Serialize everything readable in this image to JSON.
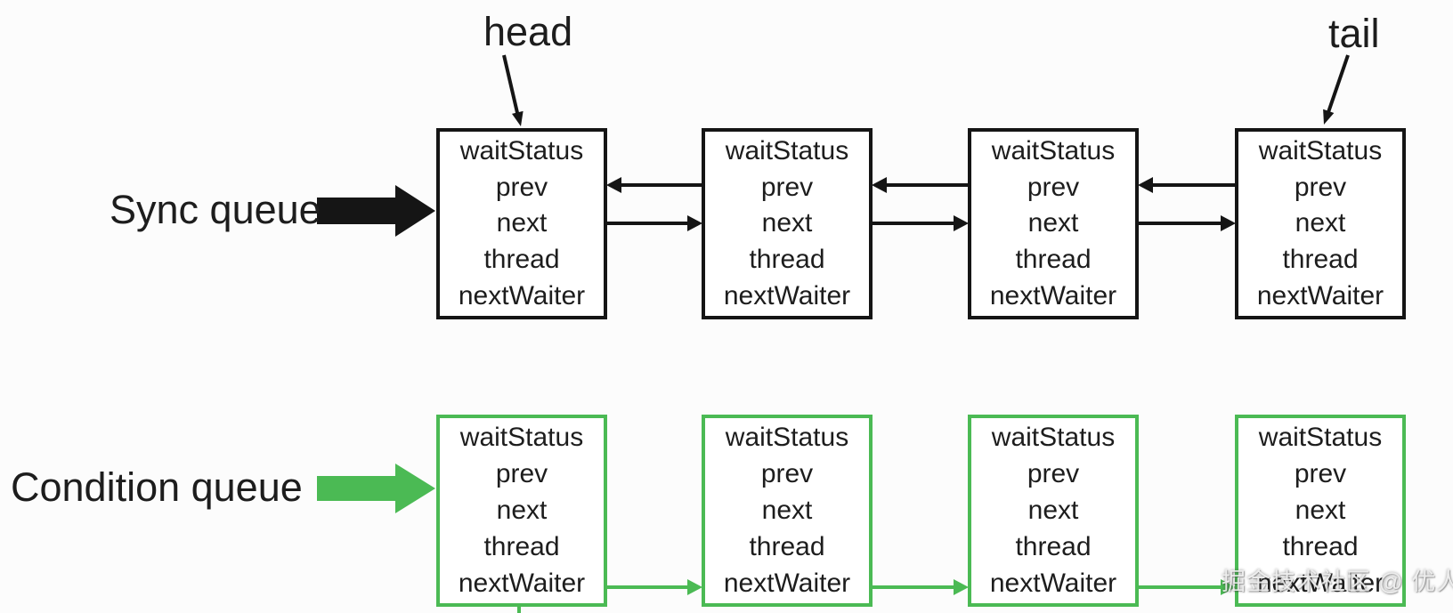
{
  "labels": {
    "sync_queue": "Sync queue",
    "condition_queue": "Condition queue",
    "head": "head",
    "tail": "tail"
  },
  "node_fields": [
    "waitStatus",
    "prev",
    "next",
    "thread",
    "nextWaiter"
  ],
  "queues": {
    "sync": {
      "label": "Sync queue",
      "node_count": 4,
      "pointers": [
        "head",
        "tail"
      ],
      "link_arrows": [
        "prev",
        "next"
      ],
      "color": "#151515"
    },
    "condition": {
      "label": "Condition queue",
      "node_count": 4,
      "link_arrows": [
        "nextWaiter"
      ],
      "color": "#4bba54"
    }
  },
  "watermark": "掘金技术社区 @ 优人",
  "colors": {
    "sync": "#151515",
    "cond": "#4bba54",
    "text": "#1d1d1d",
    "bg": "#fcfcfc",
    "watermark": "#ececec"
  }
}
